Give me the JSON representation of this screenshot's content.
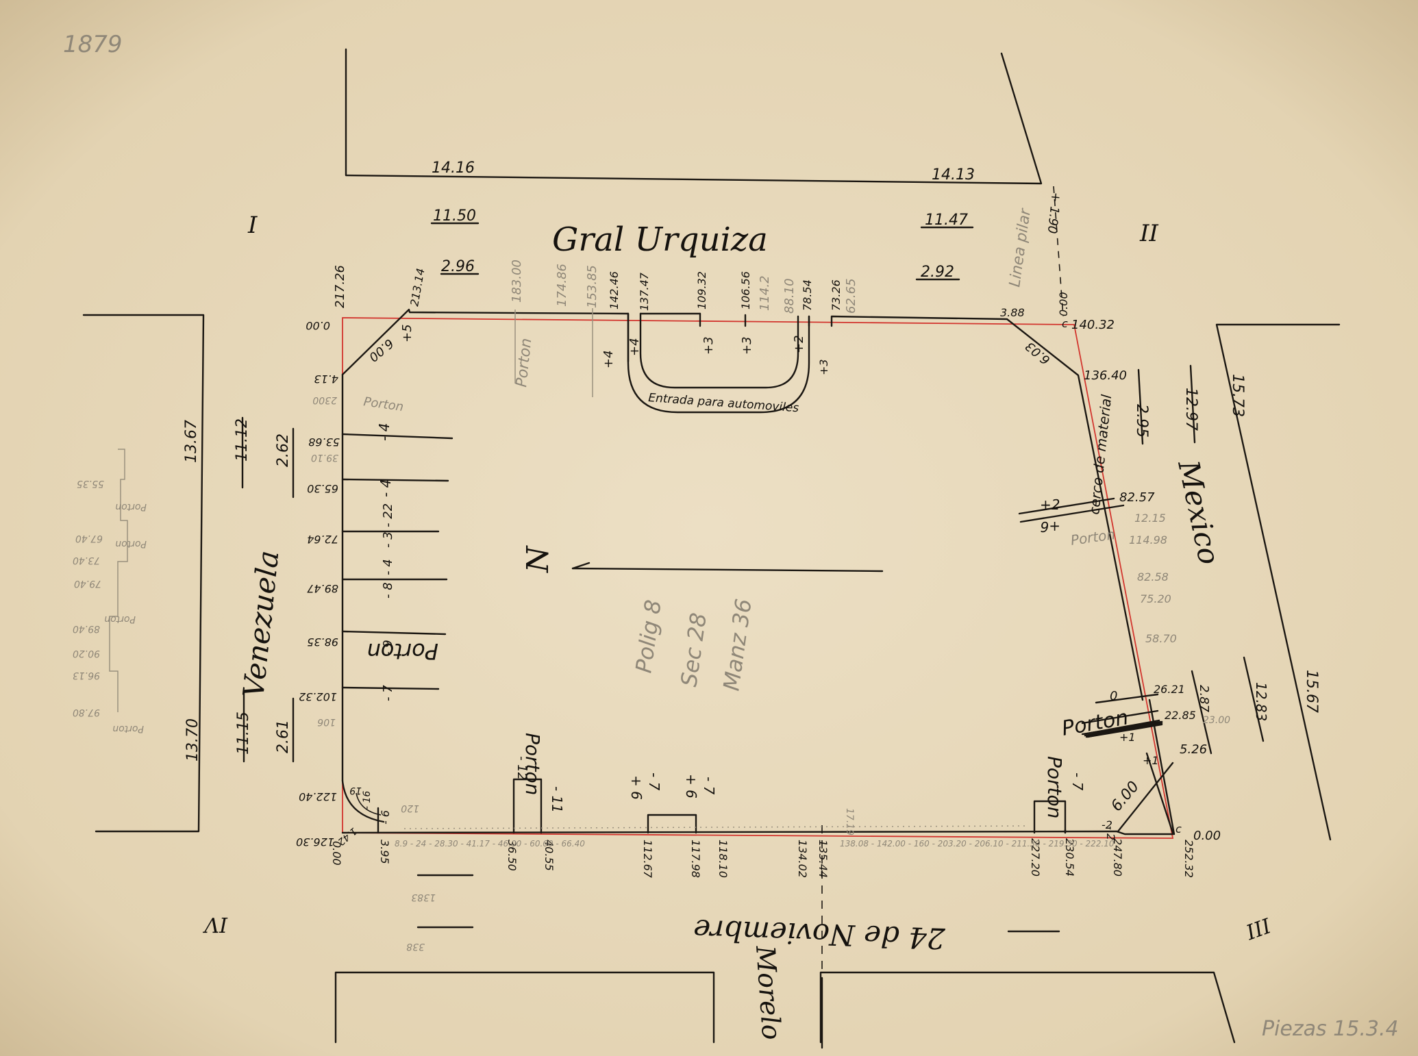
{
  "meta": {
    "sheet_number": "1879",
    "footer_note": "Piezas 15.3.4"
  },
  "palette": {
    "paper": "#e9dcc0",
    "ink": "#1b1712",
    "pencil": "#9a917f",
    "boundary_red": "#d2352e"
  },
  "streets": {
    "north": "Gral Urquiza",
    "east": "Mexico",
    "south": "24 de Noviembre",
    "west": "Venezuela",
    "south_extension": "Morelo"
  },
  "block_numbers": [
    "I",
    "II",
    "III",
    "IV"
  ],
  "north_arrow": "N",
  "notes": {
    "driveway": "Entrada para automoviles",
    "fence": "cerco de material",
    "line": "Linea pilar",
    "pencil_block": [
      "Polig 8",
      "Sec 28",
      "Manz 36"
    ]
  },
  "gates": {
    "west": "Porton",
    "south_left": "Porton",
    "south_right": "Porton",
    "east": "Porton",
    "east_pencil": "Porton"
  },
  "widths": {
    "north_top_left": "14.16",
    "north_top_right": "14.13",
    "north_mid_left": "11.50",
    "north_mid_right": "11.47",
    "north_walk_left": "2.96",
    "north_walk_right": "2.92",
    "west_block": "13.67",
    "west_road_top": "11.12",
    "west_walk_top": "2.62",
    "west_block_bottom": "13.70",
    "west_road_bottom": "11.15",
    "west_walk_bottom": "2.61",
    "east_walk_top": "2.95",
    "east_road_top": "12.97",
    "east_block_top": "15.73",
    "east_walk_bottom": "2.87",
    "east_road_bottom": "12.83",
    "east_block_bottom": "15.67"
  },
  "north_side": {
    "corner_nw": "217.26",
    "corner_nw_zero": "0.00",
    "chamfer_nw": "213.14",
    "driveway_left_1": "142.46",
    "driveway_left_2": "137.47",
    "driveway_mid_1": "109.32",
    "driveway_mid_2": "106.56",
    "driveway_right_1": "78.54",
    "driveway_right_2": "73.26",
    "chamfer_ne": "3.88",
    "corner_ne_zero": "0.00",
    "corner_ne": "140.32",
    "chamfer_nw_len": "6.00",
    "chamfer_ne_len": "6.03",
    "grade_plus_5": "+5",
    "grade_plus_4a": "+4",
    "grade_plus_4b": "+4",
    "grade_plus_3a": "+3",
    "grade_plus_3b": "+3",
    "grade_plus_2": "+2",
    "grade_plus_3c": "+3",
    "pencil_1": "183.00",
    "pencil_2": "174.86",
    "pencil_3": "153.85",
    "pencil_4": "114.2",
    "pencil_5": "88.10",
    "pencil_6": "62.65",
    "pencil_porton": "Porton"
  },
  "west_side": {
    "p_413": "4.13",
    "p_5368": "53.68",
    "p_6530": "65.30",
    "p_7264": "72.64",
    "p_8947": "89.47",
    "p_9835": "98.35",
    "p_10232": "102.32",
    "p_12240": "122.40",
    "p_12630": "126.30",
    "dim_19": "19",
    "dim_142": "1.42",
    "g_4a": "- 4",
    "g_4b": "- 4",
    "g_22": "- 22",
    "g_3": "- 3",
    "g_4c": "- 4",
    "g_8": "- 8",
    "g_9": "- 9",
    "g_7": "- 7",
    "g_6": "- 6",
    "g_16": "- 16",
    "pencil_2300": "2300",
    "pencil_3910": "39.10",
    "pencil_106": "106",
    "pencil_porton": "Porton"
  },
  "west_pencil_strip": [
    "55.35",
    "Porton",
    "67.40",
    "Porton",
    "73.40",
    "79.40",
    "Porton",
    "89.40",
    "90.20",
    "96.13",
    "97.80",
    "Porton"
  ],
  "south_side": {
    "s_000": "0.00",
    "s_395": "3.95",
    "s_3650": "36.50",
    "s_4055": "40.55",
    "s_11267": "112.67",
    "s_11798": "117.98",
    "s_11810": "118.10",
    "s_13402": "134.02",
    "s_13544": "135.44",
    "s_22720": "227.20",
    "s_23054": "230.54",
    "s_24780": "247.80",
    "s_25232": "252.32",
    "g_11": "- 11",
    "g_12": "- 12",
    "g_7a": "- 7",
    "g_6a": "+ 6",
    "g_6b": "+ 6",
    "g_7b": "- 7",
    "g_7c": "- 7",
    "g_2": "- 2",
    "chamfer_se_len": "6.00",
    "pencil_120": "120",
    "pencil_1719": "17.19",
    "pencil_1383": "1383",
    "pencil_338": "338",
    "pencil_dots": "8.9 - 24 - 28.30 - 41.17 - 46.00 - 60.60 - 66.40",
    "pencil_dots_2": "138.08 - 142.00 - 160 - 203.20 - 206.10 - 211.30 - 219.30 - 222.10"
  },
  "east_side": {
    "e_13640": "136.40",
    "e_8257": "82.57",
    "e_2621": "26.21",
    "e_2285": "22.85",
    "e_526": "5.26",
    "e_000": "0.00",
    "e_c1": "c",
    "e_c2": "c",
    "e_plus2": "+2",
    "e_plus6": "+6",
    "e_zero": "0",
    "e_plus1a": "+1",
    "e_plus1b": "+1",
    "e_minus2": "-2",
    "e_190": "+ 1.90",
    "pencil_1215": "12.15",
    "pencil_11498": "114.98",
    "pencil_8258": "82.58",
    "pencil_7520": "75.20",
    "pencil_5870": "58.70",
    "pencil_2300": "23.00"
  }
}
